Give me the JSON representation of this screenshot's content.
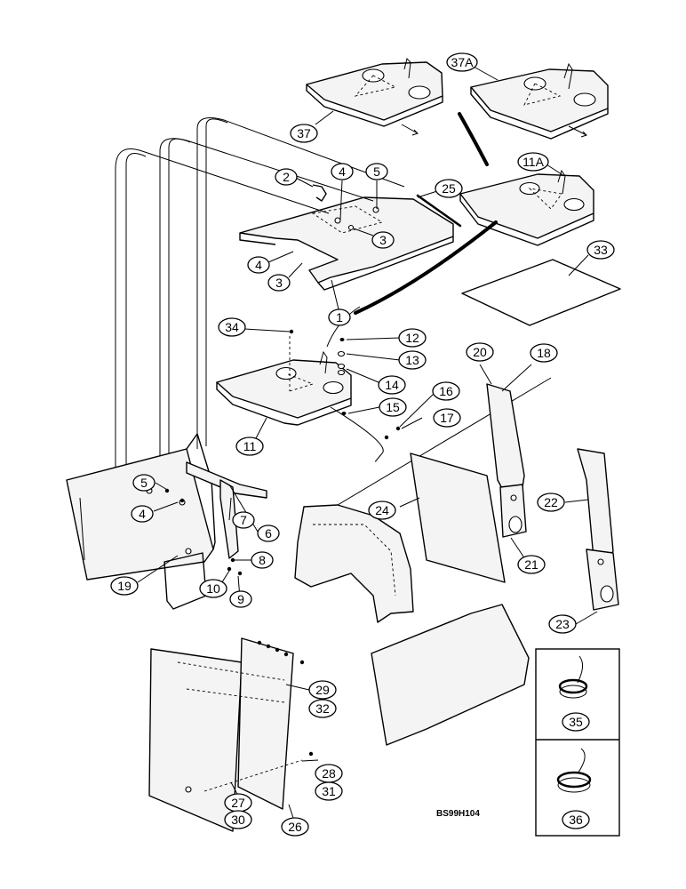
{
  "drawing_code": "BS99H104",
  "callouts": {
    "c37": "37",
    "c37a": "37A",
    "c11a": "11A",
    "c2": "2",
    "c4a": "4",
    "c5a": "5",
    "c25": "25",
    "c3a": "3",
    "c4b": "4",
    "c3b": "3",
    "c33": "33",
    "c1": "1",
    "c34": "34",
    "c12": "12",
    "c13": "13",
    "c14": "14",
    "c18": "18",
    "c20": "20",
    "c16": "16",
    "c15": "15",
    "c17": "17",
    "c11": "11",
    "c5b": "5",
    "c4c": "4",
    "c7": "7",
    "c6": "6",
    "c24": "24",
    "c22": "22",
    "c8": "8",
    "c19": "19",
    "c10": "10",
    "c9": "9",
    "c21": "21",
    "c23": "23",
    "c29": "29",
    "c32": "32",
    "c35": "35",
    "c28": "28",
    "c31": "31",
    "c27": "27",
    "c30": "30",
    "c36": "36",
    "c26": "26"
  }
}
